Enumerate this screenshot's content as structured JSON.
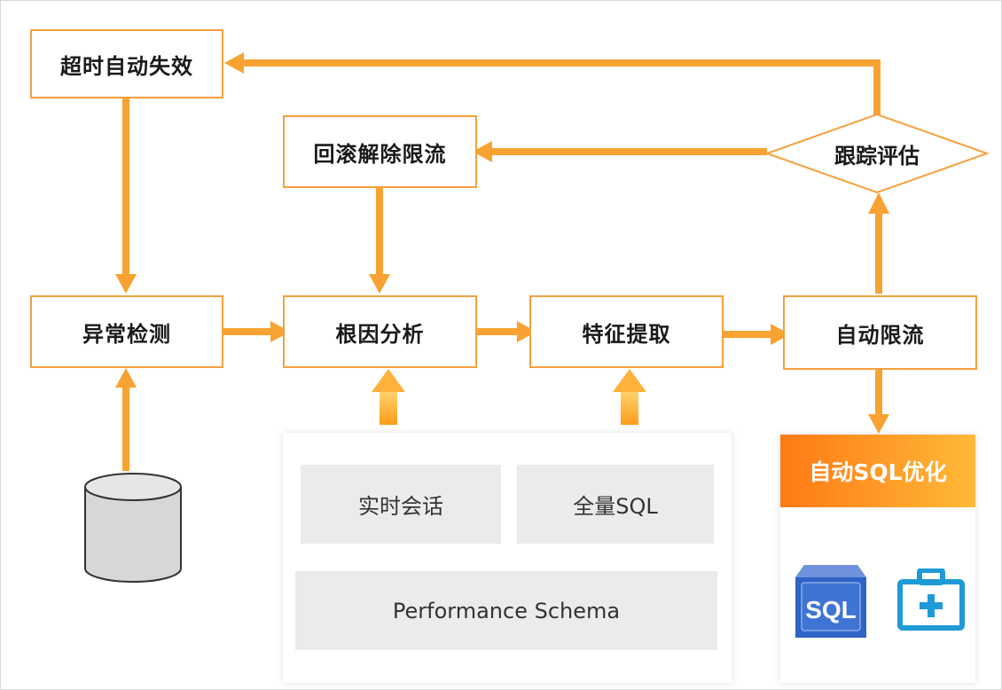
{
  "nodes": {
    "timeout_expire": "超时自动失效",
    "rollback_unthrottle": "回滚解除限流",
    "tracking_eval": "跟踪评估",
    "anomaly_detect": "异常检测",
    "root_cause": "根因分析",
    "feature_extract": "特征提取",
    "auto_throttle": "自动限流"
  },
  "data_sources": {
    "realtime_session": "实时会话",
    "full_sql": "全量SQL",
    "performance_schema": "Performance Schema"
  },
  "optimizer": {
    "title": "自动SQL优化",
    "sql_icon_text": "SQL"
  },
  "colors": {
    "arrow": "#f8a232",
    "border": "#f5a03c",
    "header_start": "#ff7a14",
    "header_end": "#ffb938",
    "sql_icon": "#2f64c6",
    "kit_icon": "#1e9ad6"
  }
}
